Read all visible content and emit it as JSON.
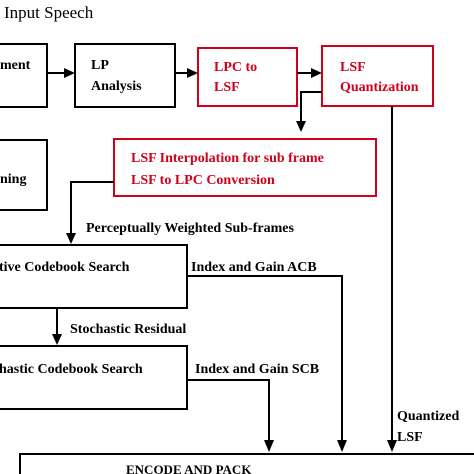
{
  "title": "Input Speech",
  "colors": {
    "accent_red": "#d0021b",
    "line": "#000000"
  },
  "boxes": {
    "segment": [
      "ment"
    ],
    "lp_analysis": [
      "LP",
      "Analysis"
    ],
    "lpc_to_lsf": [
      "LPC to",
      "LSF"
    ],
    "lsf_quantization": [
      "LSF",
      "Quantization"
    ],
    "windowing": [
      "ning"
    ],
    "lsf_interpolation": [
      "LSF Interpolation for sub frame",
      "LSF to LPC Conversion"
    ],
    "adaptive_codebook": [
      "tive Codebook Search"
    ],
    "stochastic_codebook": [
      "hastic Codebook Search"
    ],
    "encode_pack": [
      "ENCODE AND PACK"
    ]
  },
  "edge_labels": {
    "perceptual": "Perceptually Weighted Sub-frames",
    "index_gain_acb": "Index and Gain ACB",
    "stochastic_residual": "Stochastic Residual",
    "index_gain_scb": "Index and Gain SCB",
    "quantized_lsf": [
      "Quantized",
      "LSF"
    ]
  }
}
